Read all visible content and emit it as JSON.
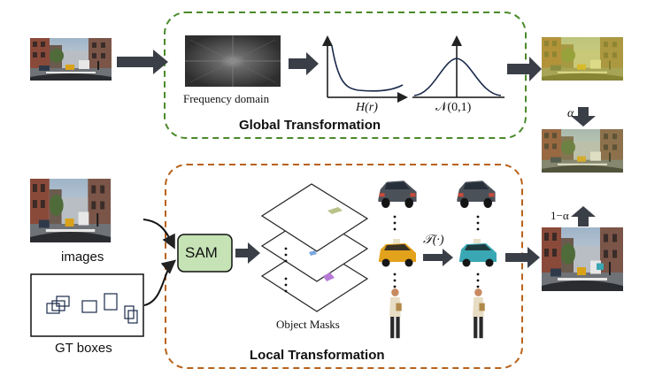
{
  "global": {
    "title": "Global Transformation",
    "freq_label": "Frequency domain",
    "h_label": "H(r)",
    "n_label": "𝒩(0,1)",
    "box_color": "#4a8a2a"
  },
  "local": {
    "title": "Local Transformation",
    "sam_label": "SAM",
    "masks_label": "Object Masks",
    "transform_label": "𝒯(·)",
    "box_color": "#b8621b",
    "sam_fill": "#c6e3b5"
  },
  "inputs": {
    "images_label": "images",
    "gt_label": "GT boxes"
  },
  "blend": {
    "alpha_label": "α",
    "one_minus_alpha_label": "1−α"
  },
  "icons": [
    "street-photo",
    "spectrum-image",
    "arrow",
    "car-cutout",
    "taxi-cutout",
    "person-cutout",
    "mask-layer"
  ],
  "colors": {
    "arrow": "#3a3f47",
    "yellow_tint": "#d6cf3a"
  }
}
